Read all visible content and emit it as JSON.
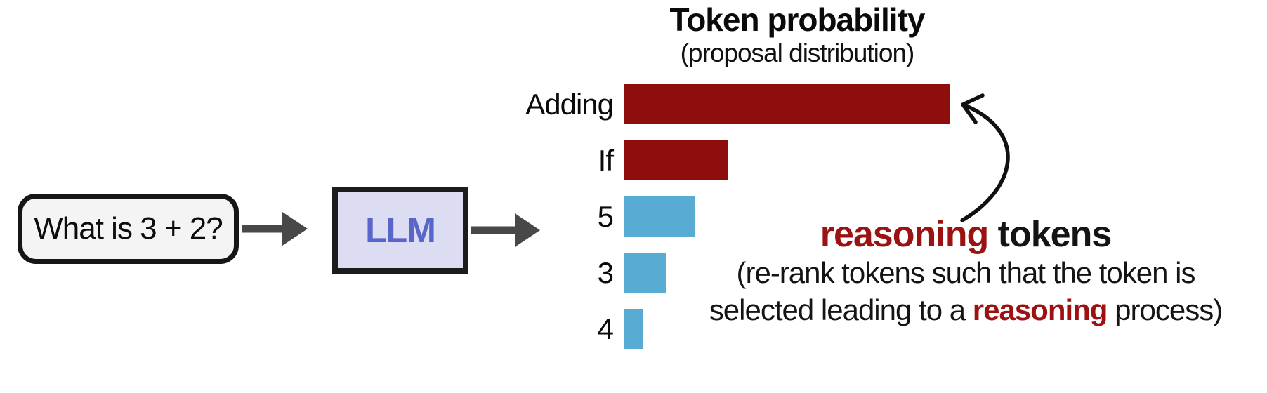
{
  "flow": {
    "prompt_text": "What is 3 + 2?",
    "llm_label": "LLM"
  },
  "chart": {
    "title": "Token probability",
    "subtitle": "(proposal distribution)"
  },
  "chart_data": {
    "type": "bar",
    "orientation": "horizontal",
    "title": "Token probability",
    "subtitle": "(proposal distribution)",
    "categories": [
      "Adding",
      "If",
      "5",
      "3",
      "4"
    ],
    "values": [
      1.0,
      0.32,
      0.22,
      0.13,
      0.06
    ],
    "value_scale": "relative bar length, longest bar = 1.0 (no numeric axis shown)",
    "bar_colors": [
      "#8E0E0E",
      "#8E0E0E",
      "#58ABD3",
      "#58ABD3",
      "#58ABD3"
    ],
    "xlim": [
      0,
      1
    ],
    "grid": false,
    "legend": false
  },
  "annotation": {
    "heading_red": "reasoning",
    "heading_rest": " tokens",
    "line1": "(re-rank tokens such that the token is",
    "line2_start": "selected leading to a ",
    "line2_red": "reasoning",
    "line2_end": " process)"
  },
  "colors": {
    "reasoning_bar": "#8E0E0E",
    "answer_bar": "#58ABD3",
    "reasoning_text": "#9C1212",
    "llm_fill": "#DCDCF2",
    "llm_text": "#5866C9",
    "prompt_fill": "#F4F4F5",
    "arrow_gray": "#484848",
    "curved_arrow": "#111111"
  }
}
